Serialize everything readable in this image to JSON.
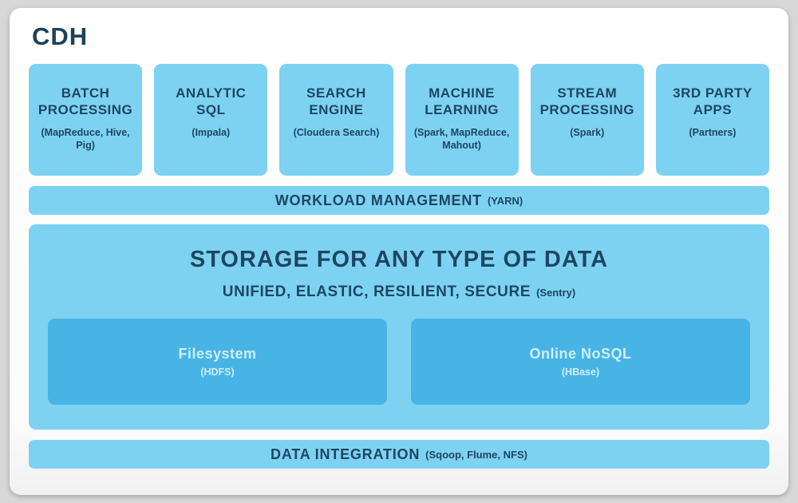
{
  "title": "CDH",
  "colors": {
    "page_bg": "#d7d7d7",
    "card_bg": "#ffffff",
    "box_blue": "#7dd2f1",
    "inner_blue": "#48b4e5",
    "text_navy": "#1d4663",
    "inner_text": "#cdeffb"
  },
  "top_boxes": [
    {
      "title": "BATCH PROCESSING",
      "subtitle": "(MapReduce, Hive, Pig)"
    },
    {
      "title": "ANALYTIC SQL",
      "subtitle": "(Impala)"
    },
    {
      "title": "SEARCH ENGINE",
      "subtitle": "(Cloudera Search)"
    },
    {
      "title": "MACHINE LEARNING",
      "subtitle": "(Spark, MapReduce, Mahout)"
    },
    {
      "title": "STREAM PROCESSING",
      "subtitle": "(Spark)"
    },
    {
      "title": "3RD PARTY APPS",
      "subtitle": "(Partners)"
    }
  ],
  "workload_bar": {
    "label": "WORKLOAD MANAGEMENT",
    "sub": "(YARN)"
  },
  "storage": {
    "title": "STORAGE FOR ANY TYPE OF DATA",
    "subtitle": "UNIFIED, ELASTIC, RESILIENT, SECURE",
    "subtitle_sub": "(Sentry)",
    "boxes": [
      {
        "title": "Filesystem",
        "subtitle": "(HDFS)"
      },
      {
        "title": "Online NoSQL",
        "subtitle": "(HBase)"
      }
    ]
  },
  "integration_bar": {
    "label": "DATA INTEGRATION",
    "sub": "(Sqoop, Flume, NFS)"
  }
}
